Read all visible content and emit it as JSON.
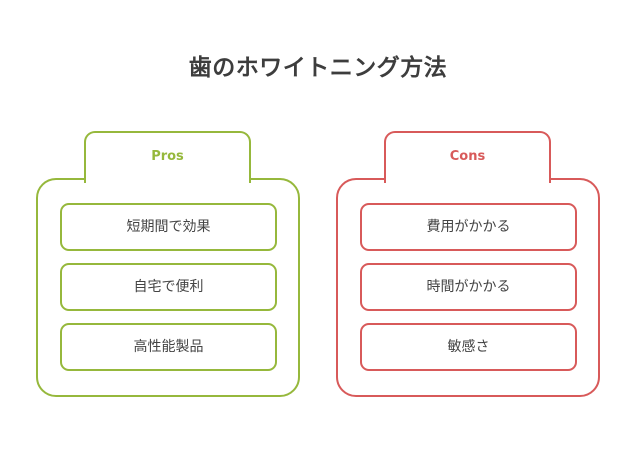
{
  "title": "歯のホワイトニング方法",
  "pros": {
    "label": "Pros",
    "color": "#96b83c",
    "items": [
      "短期間で効果",
      "自宅で便利",
      "高性能製品"
    ]
  },
  "cons": {
    "label": "Cons",
    "color": "#d85a5a",
    "items": [
      "費用がかかる",
      "時間がかかる",
      "敏感さ"
    ]
  }
}
